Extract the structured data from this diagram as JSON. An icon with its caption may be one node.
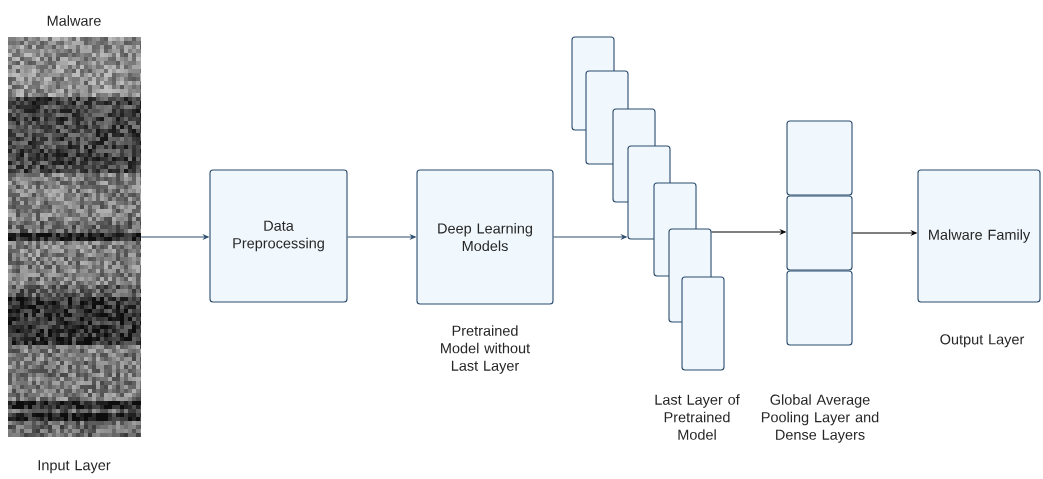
{
  "diagram": {
    "nodes": [
      {
        "text": [],
        "shape": "picture",
        "beside": [
          "Malware",
          "Input Layer"
        ]
      },
      {
        "text": [
          "Data Preprocessing"
        ]
      },
      {
        "text": [
          "Deep Learning Models"
        ],
        "beside": [
          "Pretrained Model without Last Layer"
        ]
      },
      {
        "text": [],
        "shape": "box"
      },
      {
        "text": [],
        "shape": "box"
      },
      {
        "text": [],
        "shape": "box"
      },
      {
        "text": [],
        "shape": "box"
      },
      {
        "text": [],
        "shape": "box"
      },
      {
        "text": [],
        "shape": "box"
      },
      {
        "text": [],
        "shape": "box"
      },
      {
        "text": [],
        "shape": "box"
      },
      {
        "text": [],
        "shape": "box"
      },
      {
        "text": [],
        "shape": "box"
      },
      {
        "text": [
          "Malware Family"
        ],
        "beside": [
          "Output Layer"
        ]
      }
    ],
    "edges": [
      {
        "from": 0,
        "to": 1,
        "arrow": "to"
      },
      {
        "from": 1,
        "to": 2,
        "arrow": "to"
      },
      {
        "from": 2,
        "to": 6,
        "arrow": "to"
      },
      {
        "from": 8,
        "to": 11,
        "arrow": "to",
        "color": "#000000"
      },
      {
        "from": 11,
        "to": 13,
        "arrow": "to",
        "color": "#000000"
      }
    ],
    "labels": [
      "Last Layer of Pretrained Model",
      "Global Average Pooling Layer and Dense Layers"
    ]
  }
}
